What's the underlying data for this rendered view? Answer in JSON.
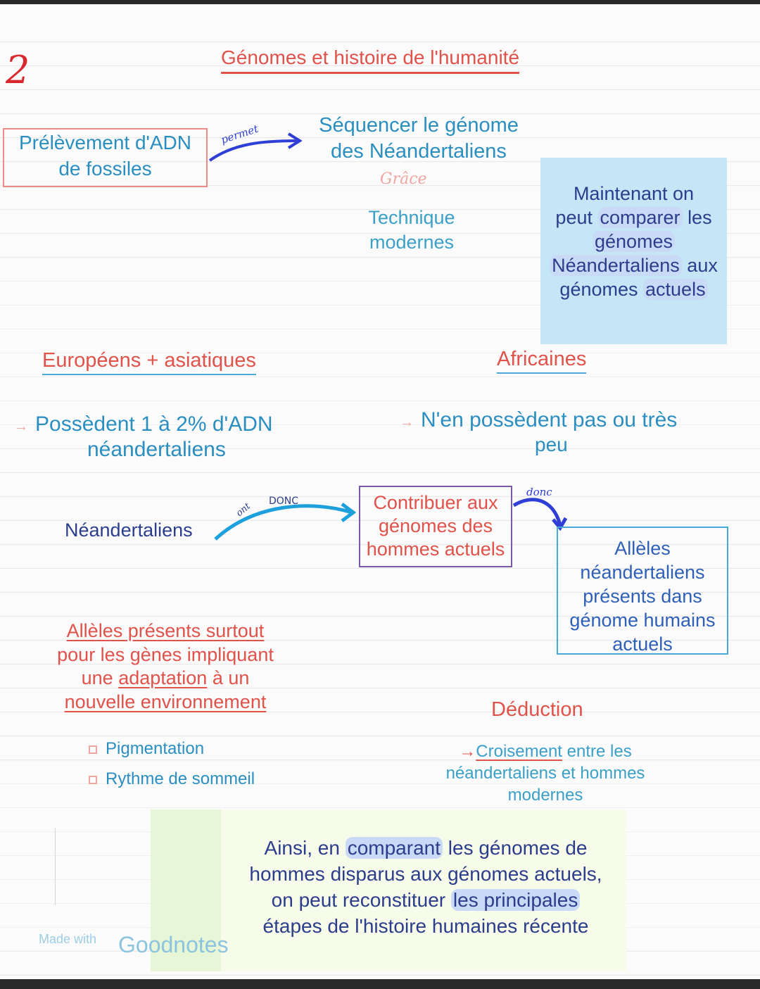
{
  "page_number": "2",
  "title": "Génomes et histoire de l'humanité",
  "box_adn": {
    "line1": "Prélèvement d'ADN",
    "line2": "de fossiles"
  },
  "arrow_permet": "permet",
  "sequence": {
    "line1": "Séquencer le génome",
    "line2": "des Néandertaliens"
  },
  "grace": "Grâce",
  "technique": {
    "line1": "Technique",
    "line2": "modernes"
  },
  "blue_note": {
    "line1": "Maintenant on",
    "line2a": "peut",
    "line2b": "comparer",
    "line2c": "les",
    "line3": "génomes",
    "line4a": "Néandertaliens",
    "line4b": "aux",
    "line5a": "génomes",
    "line5b": "actuels"
  },
  "europeens": "Européens + asiatiques",
  "africaines": "Africaines",
  "possedent": {
    "line1": "Possèdent 1 à 2% d'ADN",
    "line2": "néandertaliens"
  },
  "npossede": {
    "line1": "N'en possèdent pas ou très",
    "line2": "peu"
  },
  "neand": "Néandertaliens",
  "arrow_donc1": {
    "word1": "ont",
    "word2": "DONC"
  },
  "contrib": {
    "line1": "Contribuer aux",
    "line2": "génomes des",
    "line3": "hommes actuels"
  },
  "arrow_donc2": "donc",
  "alleles_box": {
    "line1": "Allèles",
    "line2": "néandertaliens",
    "line3": "présents dans",
    "line4": "génome humains",
    "line5": "actuels"
  },
  "alleles_surtout": {
    "line1": "Allèles présents surtout",
    "line2": "pour les gènes impliquant",
    "line3a": "une",
    "line3b": "adaptation",
    "line3c": "à un",
    "line4": "nouvelle environnement"
  },
  "list": [
    "Pigmentation",
    "Rythme de sommeil"
  ],
  "deduction": "Déduction",
  "croisement": {
    "arrow": "→",
    "line1a": "Croisement",
    "line1b": "entre les",
    "line2": "néandertaliens et hommes",
    "line3": "modernes"
  },
  "conclusion": {
    "line1a": "Ainsi, en",
    "line1b": "comparant",
    "line1c": "les génomes de",
    "line2": "hommes disparus aux génomes actuels,",
    "line3a": "on peut reconstituer",
    "line3b": "les principales",
    "line4": "étapes de l'histoire humaines récente"
  },
  "watermark": {
    "made_with": "Made with",
    "brand": "Goodnotes"
  },
  "colors": {
    "red": "#e0524a",
    "teal": "#2a8fc0",
    "navy": "#2c3d8c",
    "blue_note_bg": "#c4e6f6",
    "green_note_bg": "#f7fbe9"
  }
}
